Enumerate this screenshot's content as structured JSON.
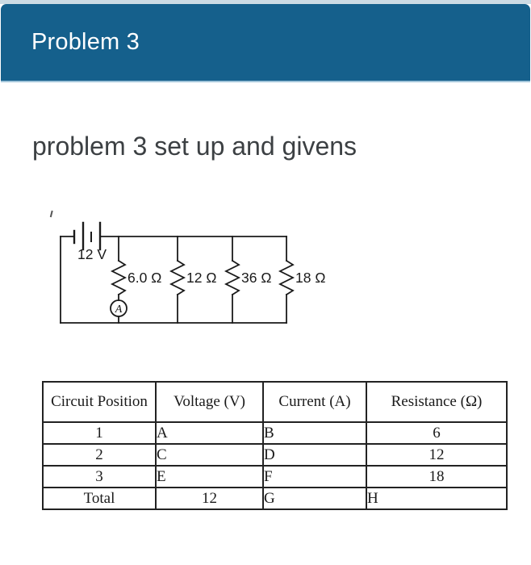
{
  "header": {
    "title": "Problem 3",
    "bg_color": "#15608c"
  },
  "question": {
    "title": "problem 3 set up and givens"
  },
  "circuit": {
    "battery_label": "12 V",
    "ammeter_label": "A",
    "resistor_labels": [
      "6.0 Ω",
      "12 Ω",
      "36 Ω",
      "18 Ω"
    ]
  },
  "table": {
    "columns": [
      "Circuit Position",
      "Voltage (V)",
      "Current (A)",
      "Resistance (Ω)"
    ],
    "rows": [
      {
        "position": "1",
        "voltage": "A",
        "current": "B",
        "resistance": "6"
      },
      {
        "position": "2",
        "voltage": "C",
        "current": "D",
        "resistance": "12"
      },
      {
        "position": "3",
        "voltage": "E",
        "current": "F",
        "resistance": "18"
      },
      {
        "position": "Total",
        "voltage": "12",
        "current": "G",
        "resistance": "H"
      }
    ]
  }
}
